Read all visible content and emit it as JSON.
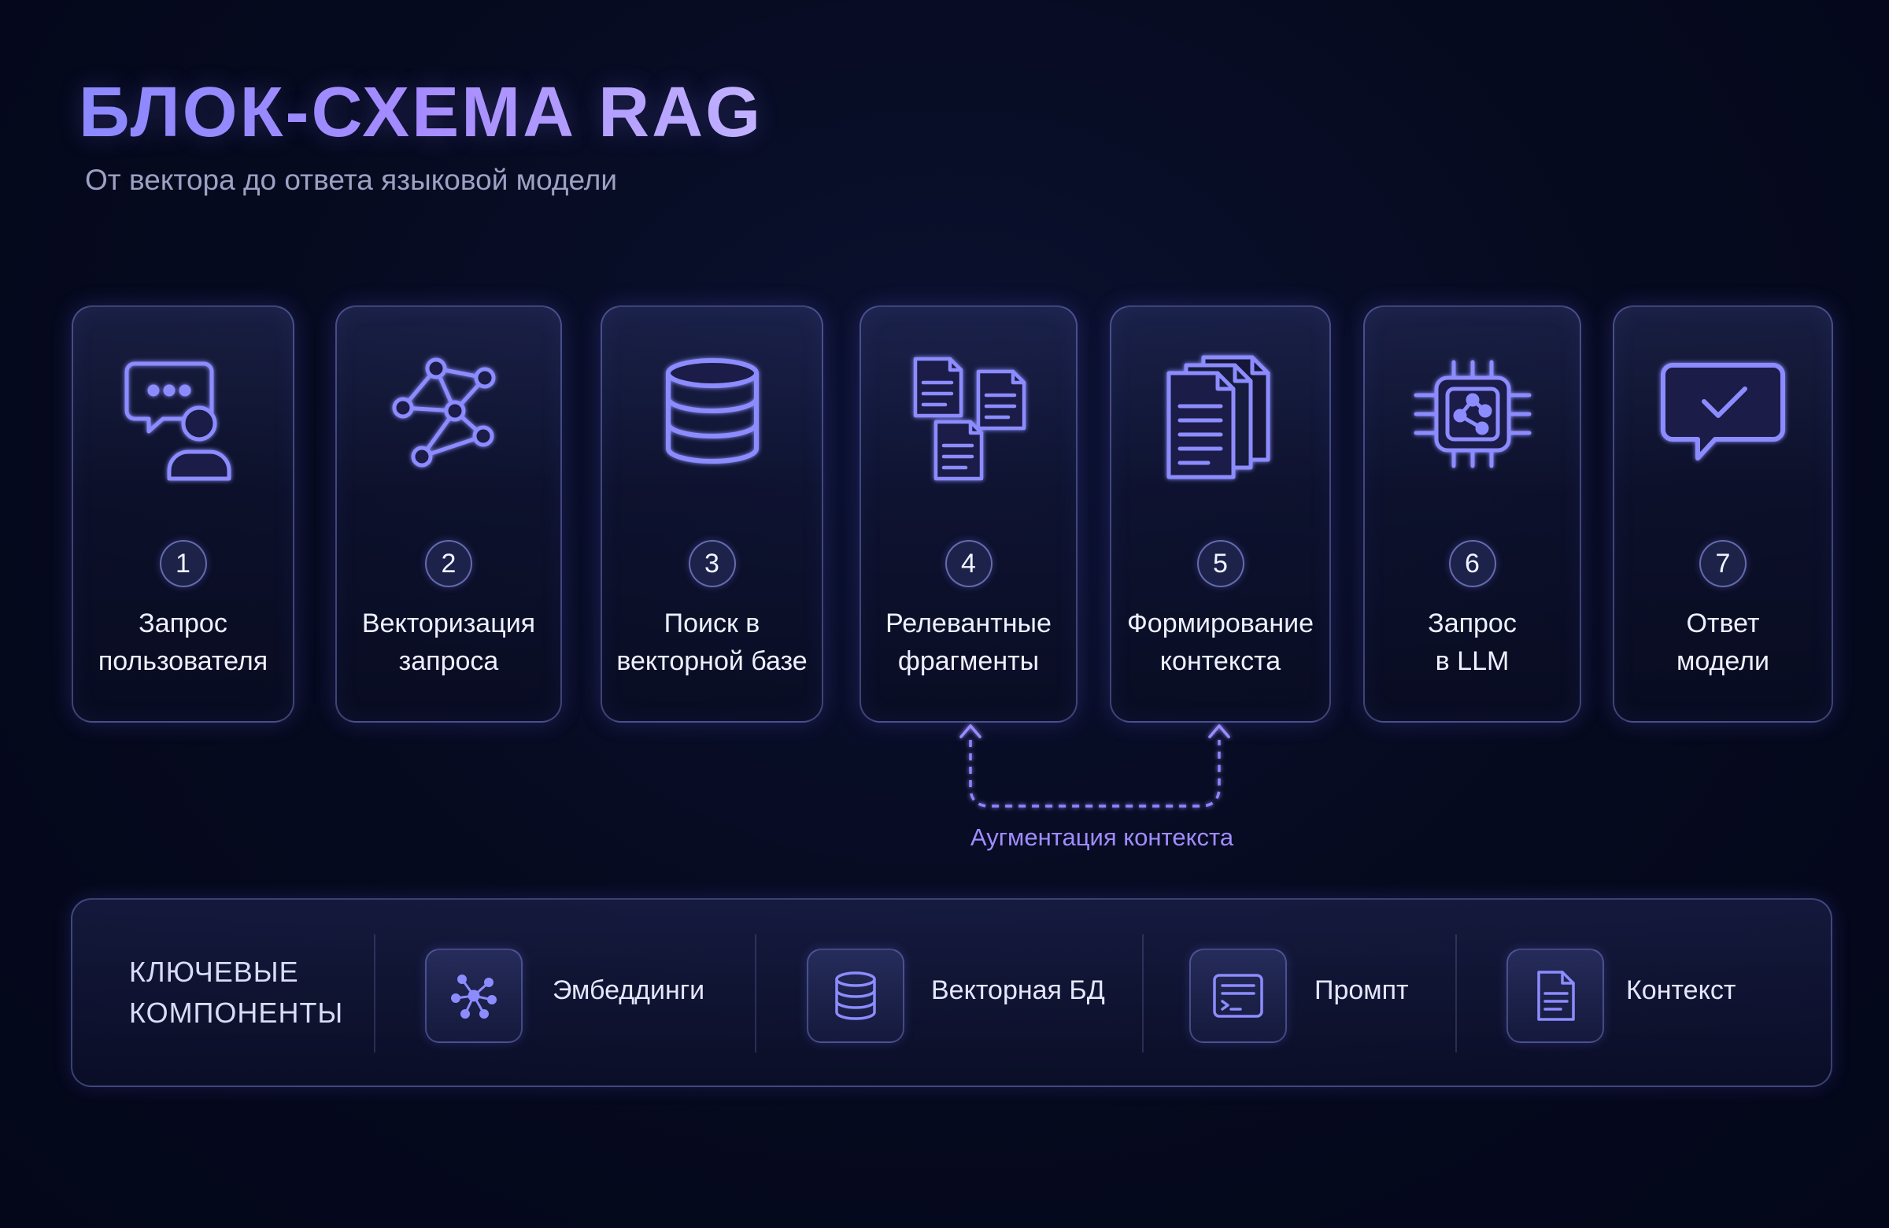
{
  "header": {
    "title": "БЛОК-СХЕМА RAG",
    "subtitle": "От вектора до ответа языковой модели"
  },
  "steps": [
    {
      "number": "1",
      "line1": "Запрос",
      "line2": "пользователя",
      "icon": "chat-user-icon"
    },
    {
      "number": "2",
      "line1": "Векторизация",
      "line2": "запроса",
      "icon": "vector-graph-icon"
    },
    {
      "number": "3",
      "line1": "Поиск в",
      "line2": "векторной базе",
      "icon": "database-icon"
    },
    {
      "number": "4",
      "line1": "Релевантные",
      "line2": "фрагменты",
      "icon": "documents-icon"
    },
    {
      "number": "5",
      "line1": "Формирование",
      "line2": "контекста",
      "icon": "stacked-documents-icon"
    },
    {
      "number": "6",
      "line1": "Запрос",
      "line2": "в LLM",
      "icon": "chip-icon"
    },
    {
      "number": "7",
      "line1": "Ответ",
      "line2": "модели",
      "icon": "chat-check-icon"
    }
  ],
  "augmentation": {
    "label": "Аугментация контекста"
  },
  "components": {
    "title_line1": "КЛЮЧЕВЫЕ",
    "title_line2": "КОМПОНЕНТЫ",
    "items": [
      {
        "label": "Эмбеддинги",
        "icon": "embedding-nodes-icon"
      },
      {
        "label": "Векторная БД",
        "icon": "database-icon"
      },
      {
        "label": "Промпт",
        "icon": "terminal-icon"
      },
      {
        "label": "Контекст",
        "icon": "document-icon"
      }
    ]
  },
  "colors": {
    "background": "#060a1e",
    "accent": "#7f7bff",
    "icon_stroke": "#8c8cff",
    "title_gradient_start": "#8d8bff",
    "title_gradient_end": "#c8b8ff",
    "augmentation_text": "#a08cff"
  }
}
